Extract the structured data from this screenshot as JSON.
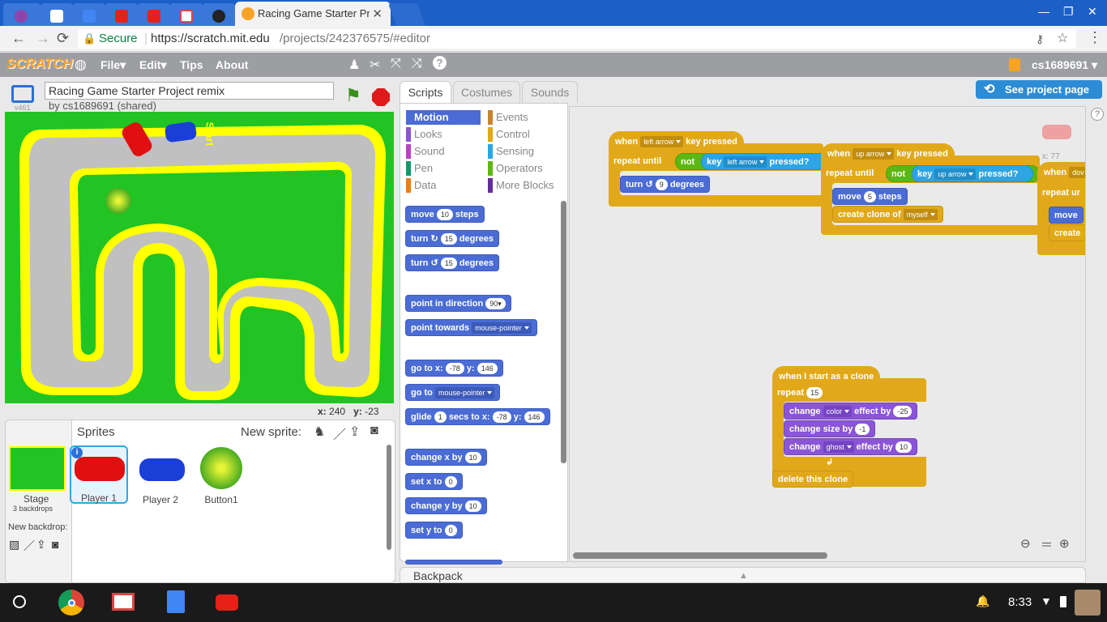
{
  "browser": {
    "active_tab_title": "Racing Game Starter Project remix",
    "tab_close": "✕",
    "secure_label": "Secure",
    "url_host": "https://scratch.mit.edu",
    "url_path": "/projects/242376575/#editor"
  },
  "menu": {
    "logo": "SCRATCH",
    "file": "File",
    "edit": "Edit",
    "tips": "Tips",
    "about": "About",
    "username": "cs1689691"
  },
  "stage_header": {
    "version": "v461",
    "project_title": "Racing Game Starter Project remix",
    "byline": "by cs1689691 (shared)"
  },
  "stage": {
    "start_text": "Start",
    "x_label": "x:",
    "x_value": "240",
    "y_label": "y:",
    "y_value": "-23"
  },
  "sprites_panel": {
    "header": "Sprites",
    "new_sprite": "New sprite:",
    "stage_label": "Stage",
    "stage_backdrops": "3 backdrops",
    "new_backdrop": "New backdrop:",
    "sprites": [
      {
        "name": "Player 1"
      },
      {
        "name": "Player 2"
      },
      {
        "name": "Button1"
      }
    ]
  },
  "editor_tabs": {
    "scripts": "Scripts",
    "costumes": "Costumes",
    "sounds": "Sounds",
    "see_project_page": "See project page"
  },
  "categories": [
    {
      "label": "Motion",
      "color": "#4a6cd4"
    },
    {
      "label": "Looks",
      "color": "#8a55d7"
    },
    {
      "label": "Sound",
      "color": "#bb42c3"
    },
    {
      "label": "Pen",
      "color": "#0e9a6c"
    },
    {
      "label": "Data",
      "color": "#ee7d16"
    },
    {
      "label": "Events",
      "color": "#c88330"
    },
    {
      "label": "Control",
      "color": "#e1a91a"
    },
    {
      "label": "Sensing",
      "color": "#2ca5e2"
    },
    {
      "label": "Operators",
      "color": "#5cb712"
    },
    {
      "label": "More Blocks",
      "color": "#632d99"
    }
  ],
  "palette": {
    "move": "move",
    "move_n": "10",
    "steps": "steps",
    "turn": "turn",
    "turn_n": "15",
    "degrees": "degrees",
    "point_dir": "point in direction",
    "point_dir_n": "90▾",
    "point_towards": "point towards",
    "mouse_pointer": "mouse-pointer",
    "goto_xy": "go to x:",
    "goto_x": "-78",
    "y": "y:",
    "goto_y": "146",
    "goto": "go to",
    "glide": "glide",
    "glide_n": "1",
    "secs_to_x": "secs to x:",
    "change_x": "change x by",
    "change_x_n": "10",
    "set_x": "set x to",
    "set_x_n": "0",
    "change_y": "change y by",
    "change_y_n": "10",
    "set_y": "set y to",
    "set_y_n": "0"
  },
  "scripts": {
    "when": "when",
    "key_pressed": "key pressed",
    "left_arrow": "left arrow",
    "up_arrow": "up arrow",
    "down_trunc": "dov",
    "repeat_until": "repeat until",
    "not": "not",
    "key": "key",
    "pressed_q": "pressed?",
    "turn": "turn",
    "turn_n": "9",
    "degrees": "degrees",
    "move": "move",
    "move_n": "5",
    "steps": "steps",
    "create_clone": "create clone of",
    "myself": "myself",
    "create_trunc": "create",
    "repeat_un_trunc": "repeat ur",
    "clone_hat": "when I start as a clone",
    "repeat": "repeat",
    "repeat_n": "15",
    "change": "change",
    "color": "color",
    "effect_by": "effect by",
    "effect_n1": "-25",
    "change_size": "change size by",
    "size_n": "-1",
    "ghost": "ghost",
    "effect_n2": "10",
    "delete_clone": "delete this clone",
    "x_trunc": "x: 77"
  },
  "backpack": "Backpack",
  "taskbar": {
    "time": "8:33"
  }
}
